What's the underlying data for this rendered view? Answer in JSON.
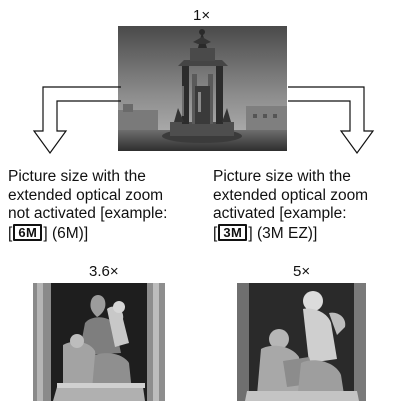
{
  "top": {
    "zoom_label": "1×"
  },
  "left": {
    "caption_lines": [
      "Picture size with the",
      "extended optical zoom",
      "not activated [example:"
    ],
    "badge_prefix": "[",
    "badge_text": "6M",
    "badge_suffix": "] (6M)]",
    "zoom_label": "3.6×"
  },
  "right": {
    "caption_lines": [
      "Picture size with the",
      "extended optical zoom",
      "activated [example:"
    ],
    "badge_prefix": "[",
    "badge_text": "3M",
    "badge_suffix": "] (3M EZ)]",
    "zoom_label": "5×"
  },
  "icons": [
    "arrow-down-left-icon",
    "arrow-down-right-icon"
  ]
}
